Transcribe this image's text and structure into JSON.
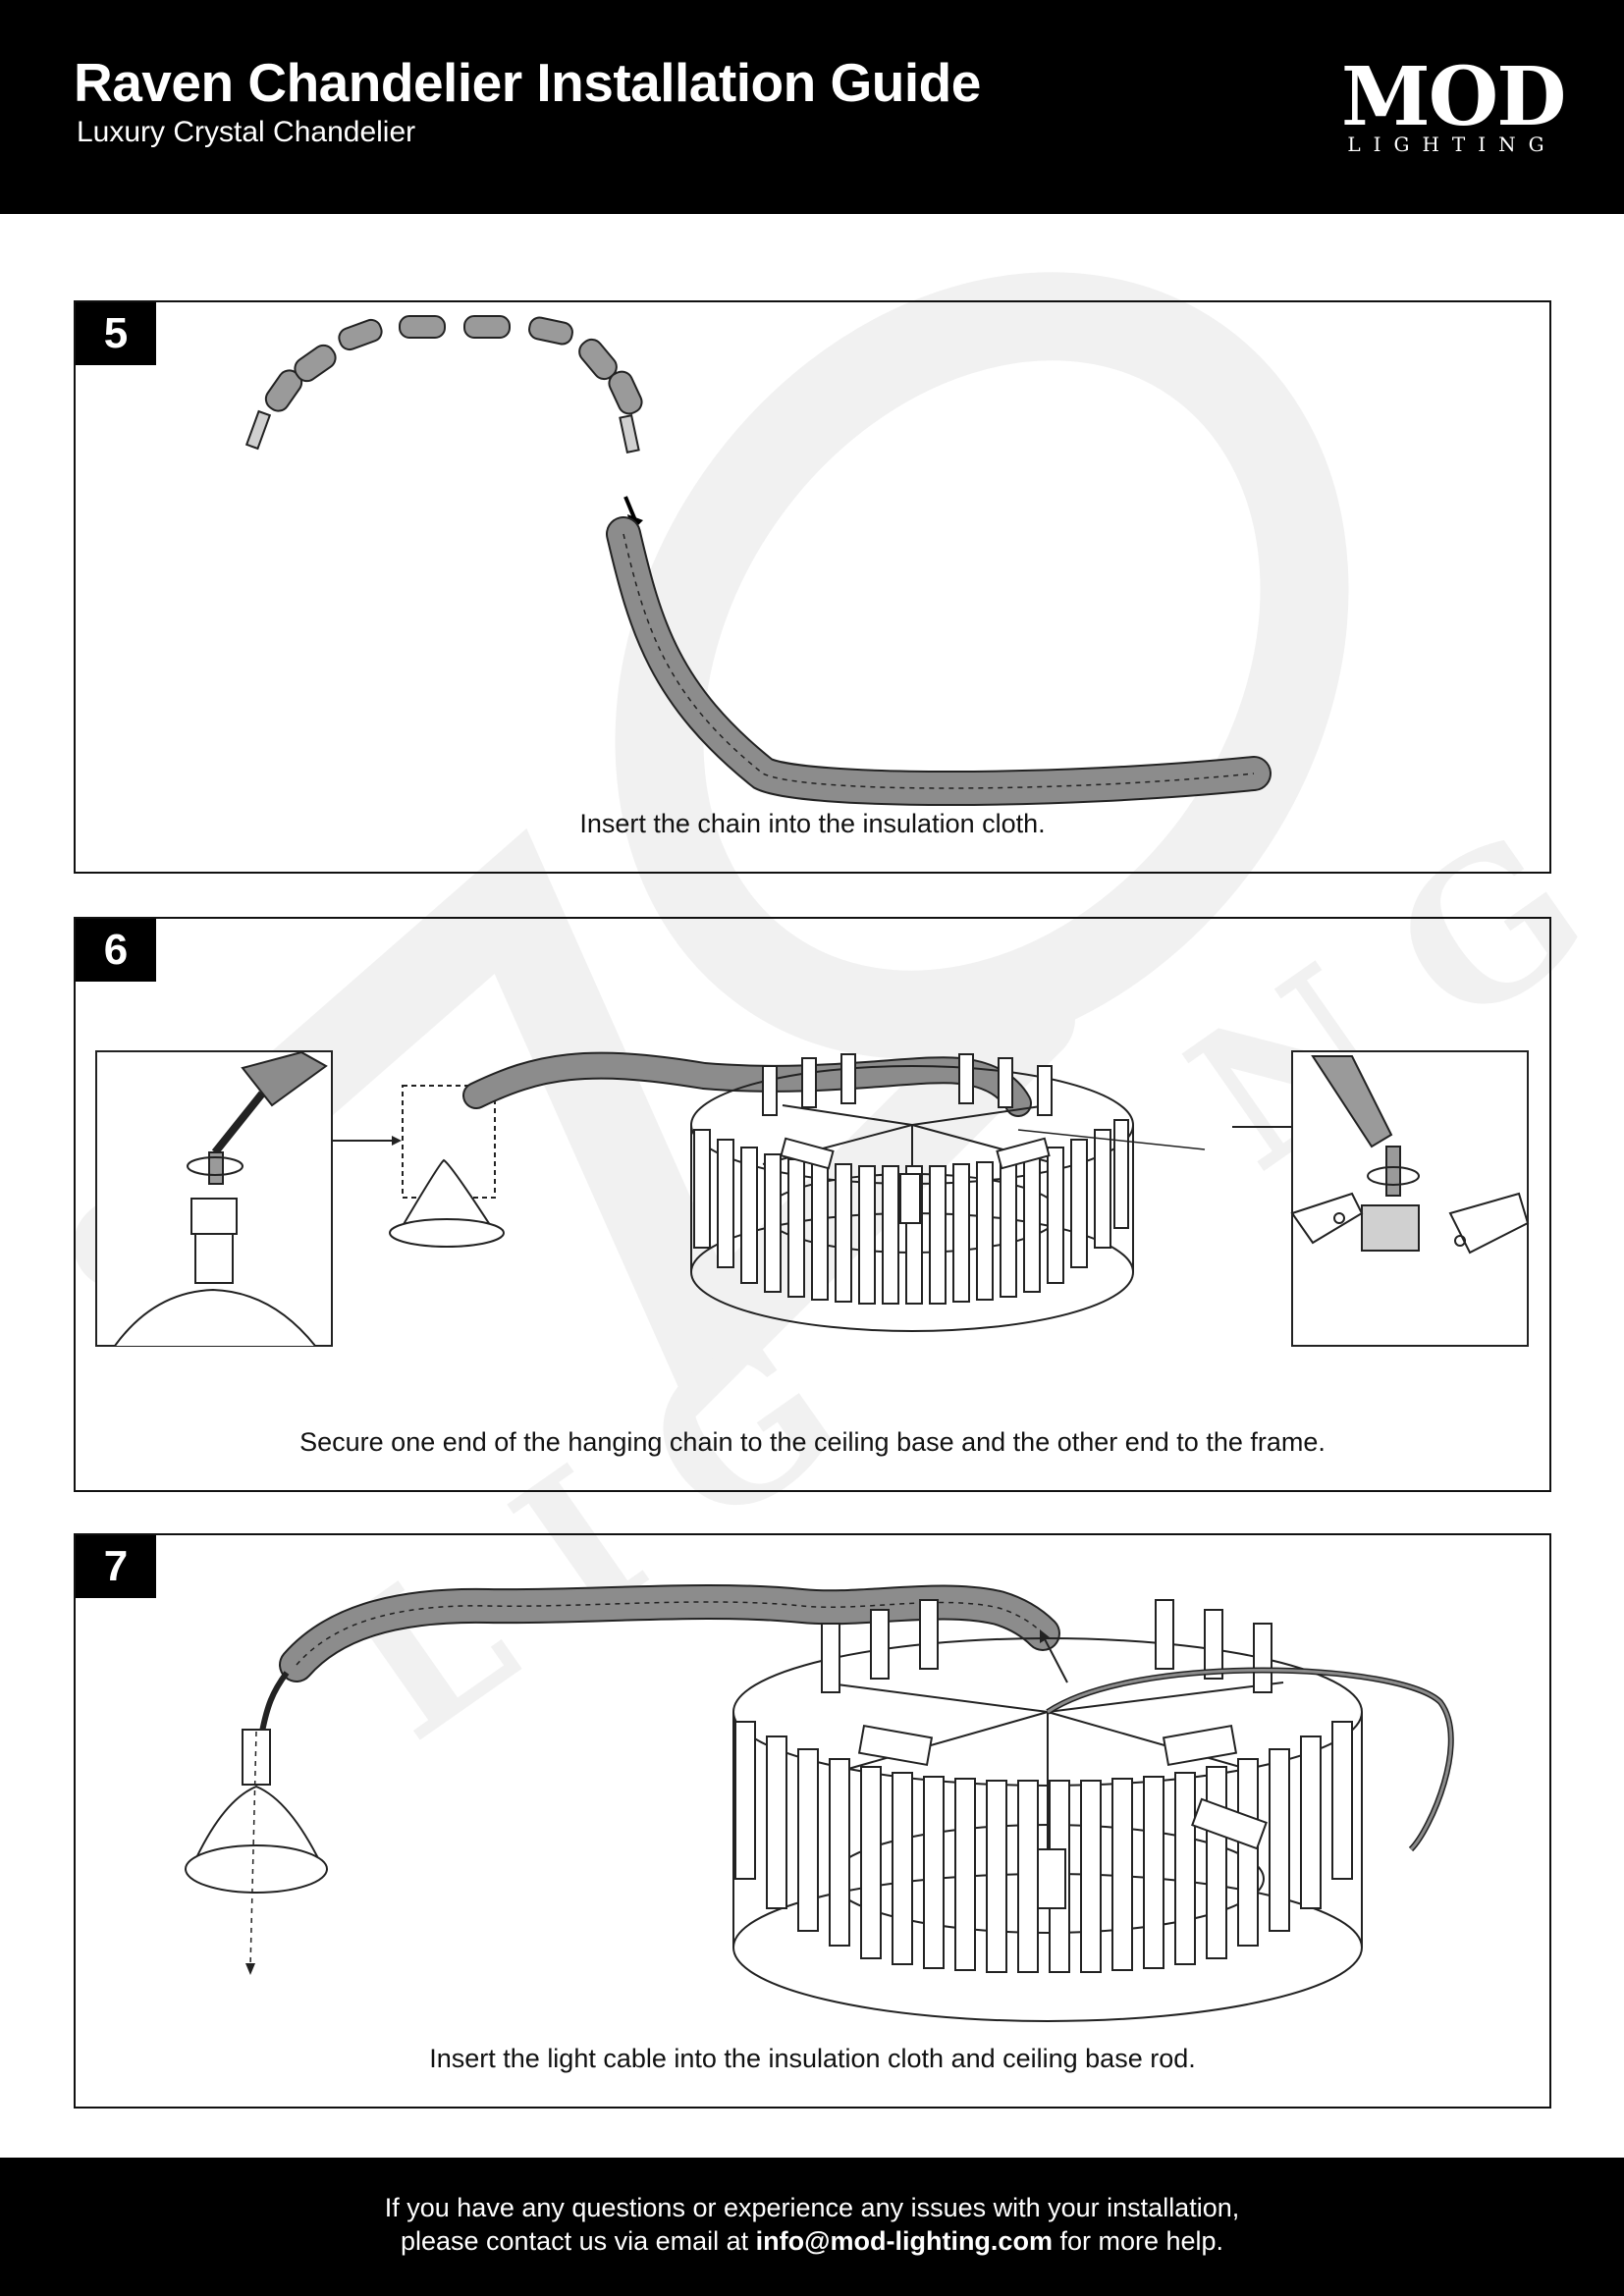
{
  "header": {
    "title": "Raven Chandelier Installation Guide",
    "subtitle": "Luxury Crystal Chandelier"
  },
  "logo": {
    "brand": "MOD",
    "tagline": "LIGHTING"
  },
  "steps": [
    {
      "number": "5",
      "caption": "Insert the chain into the insulation cloth."
    },
    {
      "number": "6",
      "caption": "Secure one end of the hanging chain to the ceiling base and the other end to the frame."
    },
    {
      "number": "7",
      "caption": "Insert the light cable into the insulation cloth and ceiling base rod."
    }
  ],
  "footer": {
    "line1": "If you have any questions or experience any issues with your installation,",
    "line2_prefix": "please contact us via email at ",
    "email": "info@mod-lighting.com",
    "line2_suffix": " for more help."
  },
  "colors": {
    "header_bg": "#000000",
    "header_text": "#ffffff",
    "cloth_fill": "#8c8c8c",
    "line": "#222222"
  },
  "icons": {
    "rotate": "rotation-arrow-icon",
    "insert": "insert-arrow-icon"
  }
}
